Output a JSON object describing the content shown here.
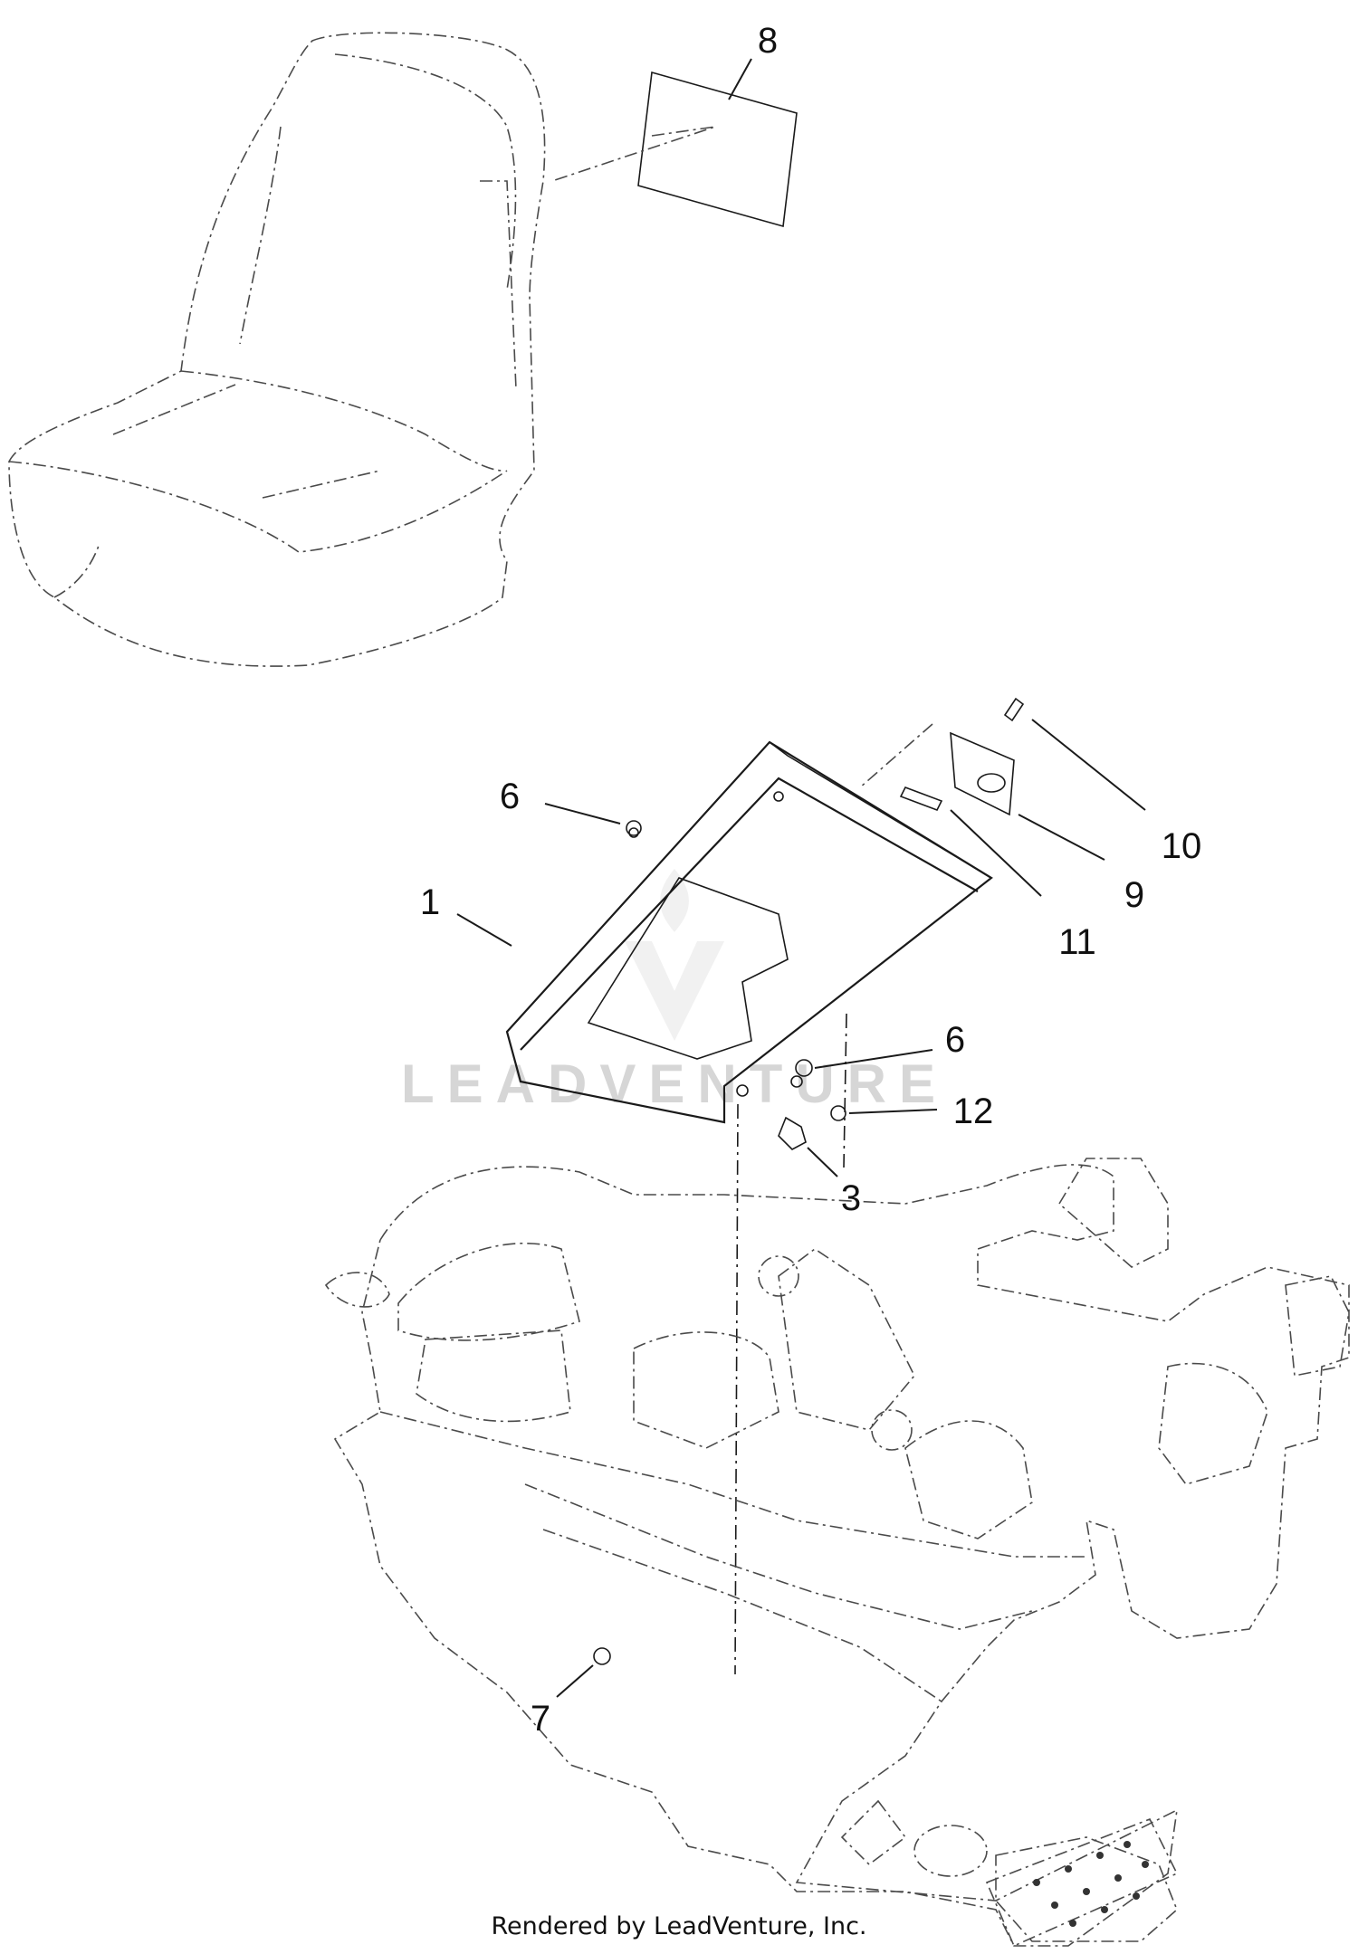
{
  "callouts": {
    "c1": "1",
    "c3": "3",
    "c6a": "6",
    "c6b": "6",
    "c7": "7",
    "c8": "8",
    "c9": "9",
    "c10": "10",
    "c11": "11",
    "c12": "12"
  },
  "watermark": "LEADVENTURE",
  "footer": "Rendered by LeadVenture, Inc."
}
